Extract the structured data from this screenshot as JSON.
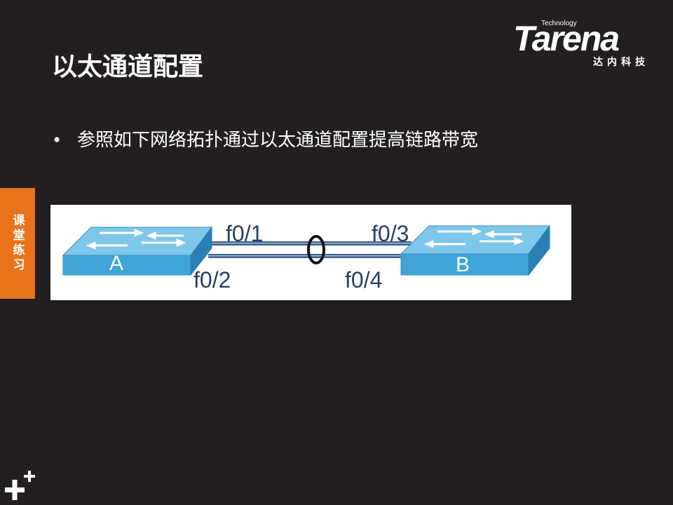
{
  "slide": {
    "title": "以太通道配置",
    "bullet_symbol": "•",
    "bullet_text": "参照如下网络拓扑通过以太通道配置提高链路带宽",
    "side_tab": "课堂练习"
  },
  "logo": {
    "tech": "Technology",
    "word": "Tarena",
    "cn": "达内科技"
  },
  "diagram": {
    "switch_a": "A",
    "switch_b": "B",
    "ports": {
      "a_top": "f0/1",
      "a_bottom": "f0/2",
      "b_top": "f0/3",
      "b_bottom": "f0/4"
    }
  },
  "colors": {
    "background": "#231f20",
    "accent_orange": "#e8731b",
    "switch_blue": "#3fa4d8",
    "link_blue": "#3d5d8e"
  },
  "icons": {
    "plus_mark": "plus-icon",
    "switch": "switch-icon",
    "bundle": "ellipse-bundle-icon"
  }
}
